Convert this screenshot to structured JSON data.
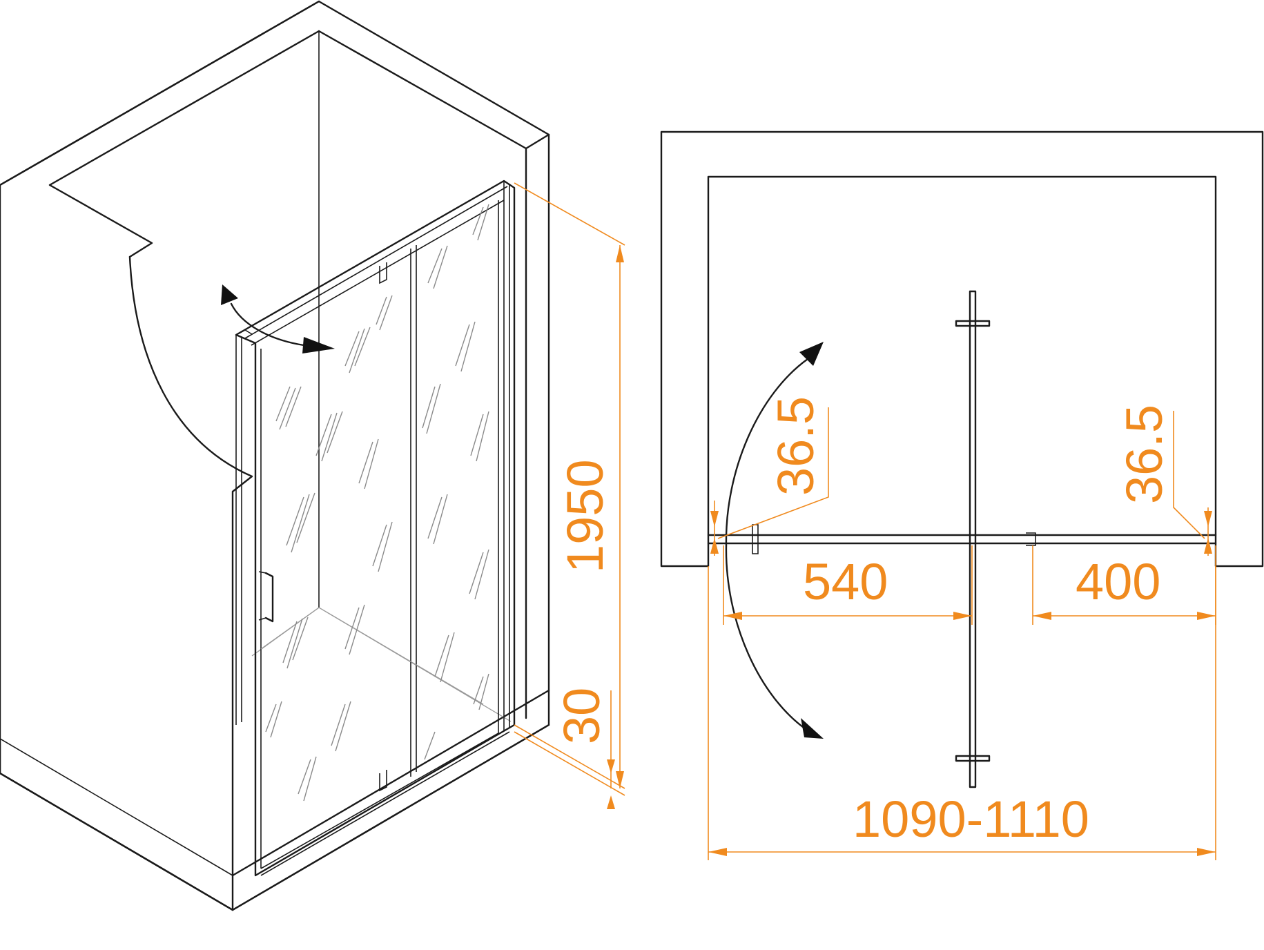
{
  "dimensions": {
    "height_total": "1950",
    "base_height": "30",
    "width_range": "1090-1110",
    "fixed_panel_width": "400",
    "door_width": "540",
    "profile_left": "36.5",
    "profile_right": "36.5"
  },
  "colors": {
    "dimension": "#f08a1e",
    "outline": "#1a1a1a",
    "background": "#ffffff"
  },
  "views": [
    "isometric-view",
    "plan-view"
  ]
}
